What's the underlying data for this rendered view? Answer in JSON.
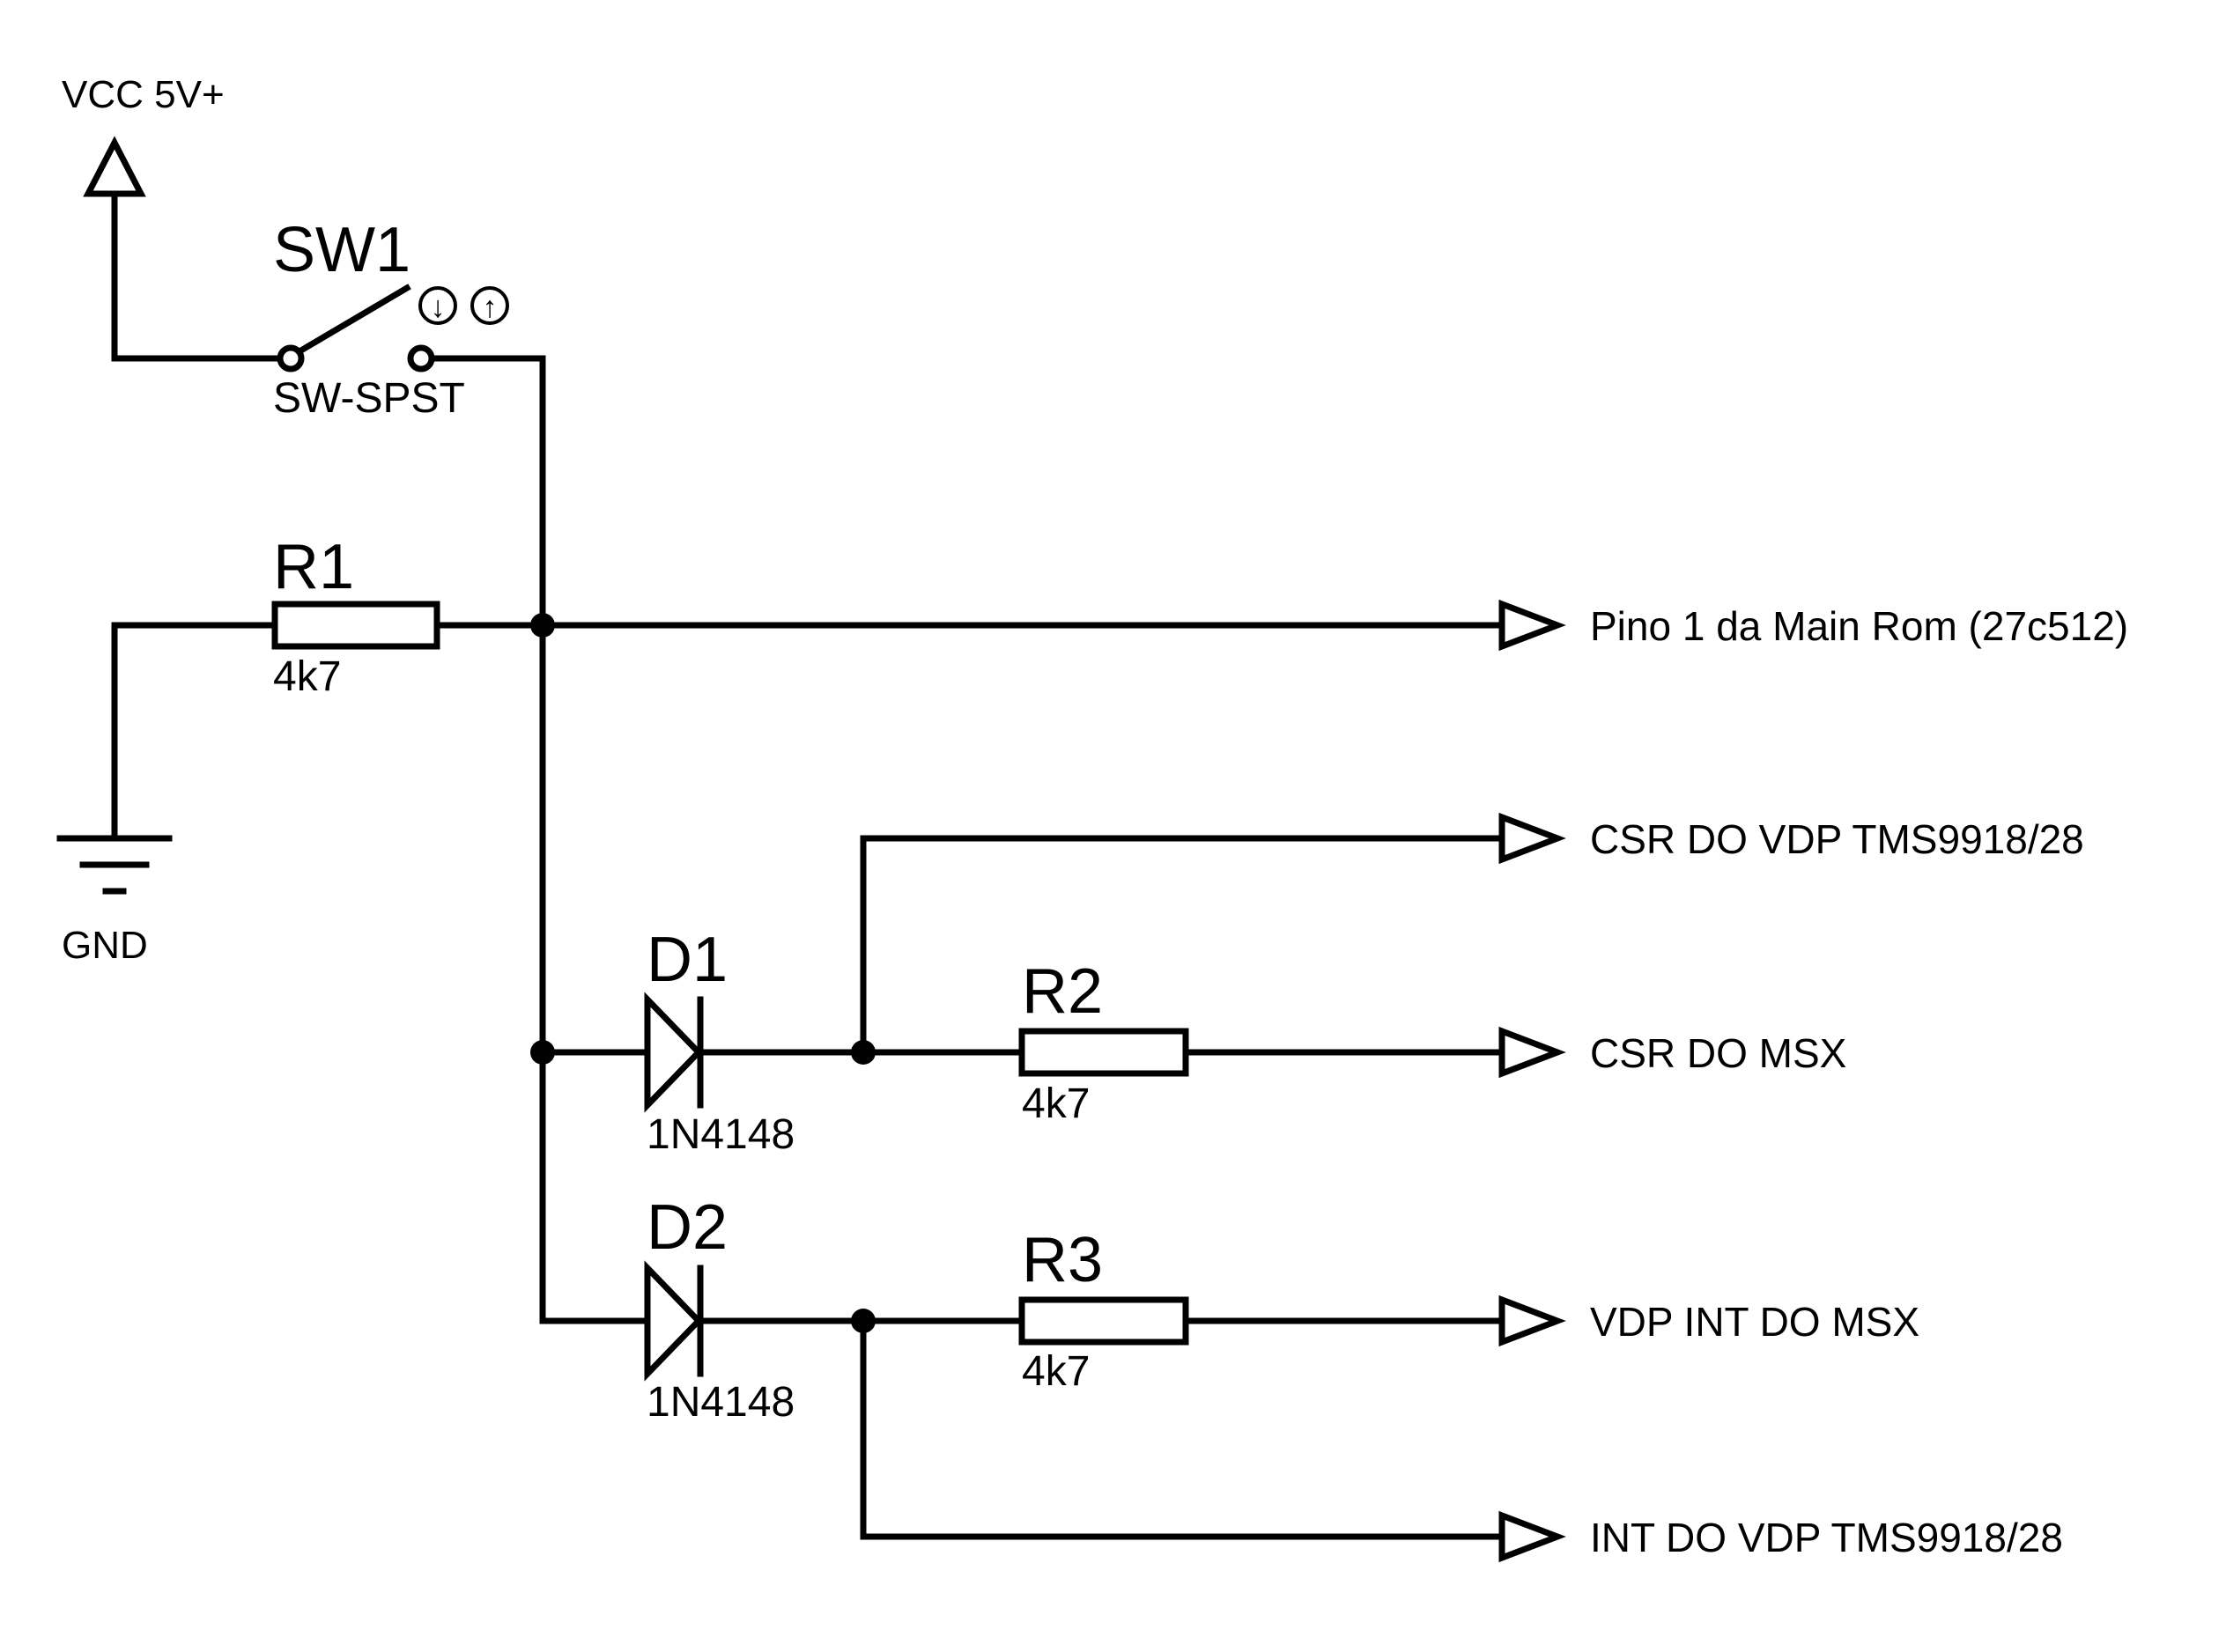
{
  "power": {
    "vcc_label": "VCC 5V+",
    "gnd_label": "GND"
  },
  "switch": {
    "ref": "SW1",
    "value": "SW-SPST",
    "symbol_down": "↓",
    "symbol_up": "↑"
  },
  "resistors": [
    {
      "ref": "R1",
      "value": "4k7"
    },
    {
      "ref": "R2",
      "value": "4k7"
    },
    {
      "ref": "R3",
      "value": "4k7"
    }
  ],
  "diodes": [
    {
      "ref": "D1",
      "value": "1N4148"
    },
    {
      "ref": "D2",
      "value": "1N4148"
    }
  ],
  "nets": [
    {
      "label": "Pino 1 da Main Rom (27c512)"
    },
    {
      "label": "CSR DO VDP TMS9918/28"
    },
    {
      "label": "CSR DO MSX"
    },
    {
      "label": "VDP INT DO MSX"
    },
    {
      "label": "INT DO VDP TMS9918/28"
    }
  ],
  "colors": {
    "ink": "#000000",
    "paper": "#ffffff"
  }
}
